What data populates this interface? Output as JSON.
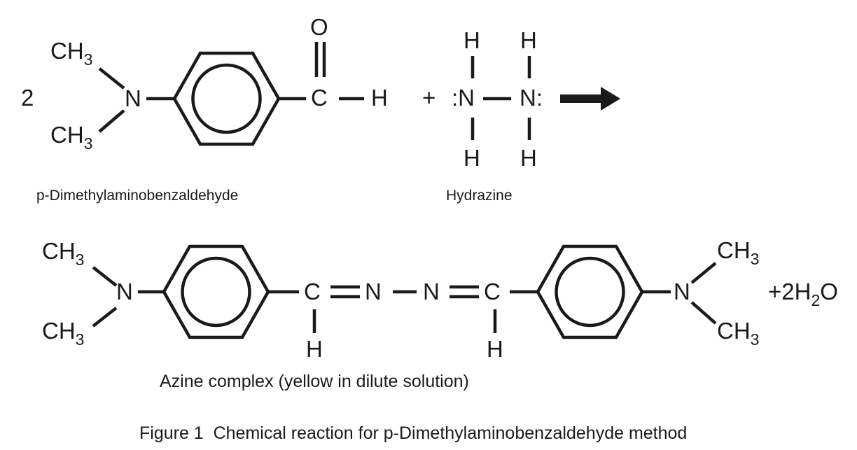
{
  "reactant1": {
    "coefficient": "2",
    "ch3_top": "CH",
    "ch3_top_sub": "3",
    "ch3_bottom": "CH",
    "ch3_bottom_sub": "3",
    "n": "N",
    "o": "O",
    "c": "C",
    "h": "H",
    "name": "p-Dimethylaminobenzaldehyde"
  },
  "plus": "+",
  "reactant2": {
    "h_top_left": "H",
    "h_top_right": "H",
    "n_left": ":N",
    "n_right": "N:",
    "h_bottom_left": "H",
    "h_bottom_right": "H",
    "name": "Hydrazine"
  },
  "product": {
    "ch3_top_left": "CH",
    "ch3_top_left_sub": "3",
    "ch3_bottom_left": "CH",
    "ch3_bottom_left_sub": "3",
    "n_left_amine": "N",
    "c_left": "C",
    "n_azo_left": "N",
    "n_azo_right": "N",
    "c_right": "C",
    "h_left": "H",
    "h_right": "H",
    "n_right_amine": "N",
    "ch3_top_right": "CH",
    "ch3_top_right_sub": "3",
    "ch3_bottom_right": "CH",
    "ch3_bottom_right_sub": "3",
    "water_prefix": "+2H",
    "water_sub": "2",
    "water_suffix": "O",
    "name": "Azine complex (yellow in dilute solution)"
  },
  "caption": "Figure 1  Chemical reaction for p-Dimethylaminobenzaldehyde method"
}
